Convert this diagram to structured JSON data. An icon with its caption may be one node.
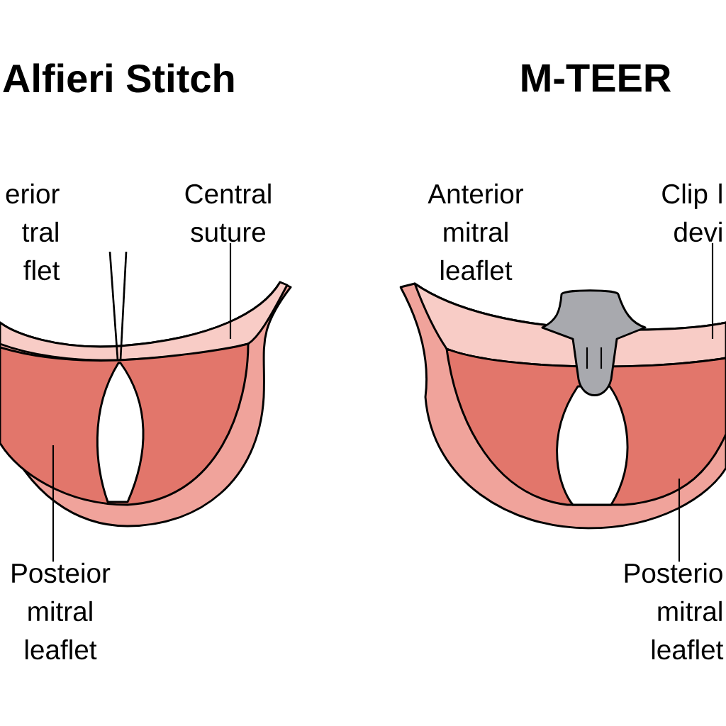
{
  "diagram": {
    "nodes": [
      {
        "text": [
          "erior tral flet"
        ]
      },
      {
        "text": [
          "Central suture"
        ]
      },
      {
        "text": [
          "Posteior mitral leaflet"
        ]
      },
      {
        "text": [
          "Anterior mitral leaflet"
        ]
      },
      {
        "text": [
          "Clip l devi"
        ]
      },
      {
        "text": [
          "Posterio mitral leaflet"
        ]
      }
    ],
    "edges": [
      {
        "from": 1,
        "to": null,
        "arrow": "none"
      },
      {
        "from": 2,
        "to": null,
        "arrow": "none"
      },
      {
        "from": 4,
        "to": null,
        "arrow": "none"
      },
      {
        "from": 5,
        "to": null,
        "arrow": "none"
      }
    ],
    "labels": [
      "Alfieri Stitch",
      "M-TEER"
    ]
  }
}
